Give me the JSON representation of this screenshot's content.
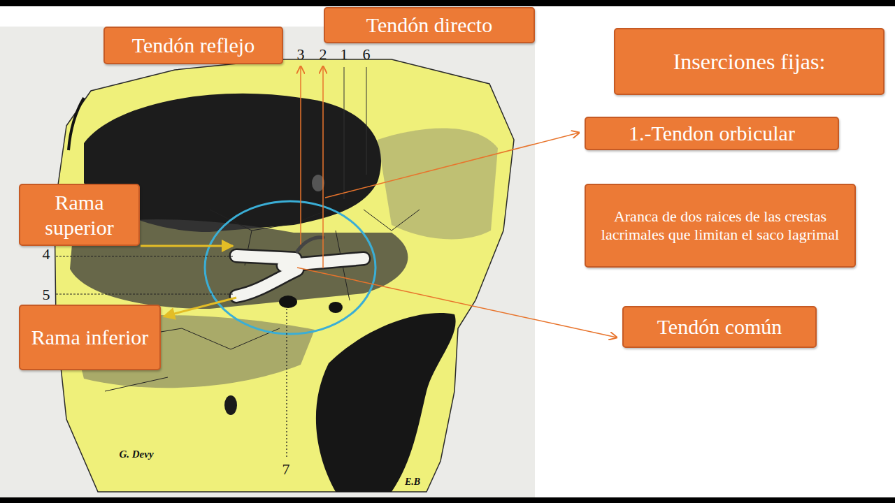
{
  "diagram": {
    "nodes": [
      {
        "text": [
          "Tendón reflejo"
        ]
      },
      {
        "text": [
          "Tendón directo"
        ]
      },
      {
        "text": [
          "Inserciones fijas:"
        ]
      },
      {
        "text": [
          "1.-Tendon orbicular"
        ]
      },
      {
        "text": [
          "Rama superior"
        ]
      },
      {
        "text": [
          "Aranca de dos raices de las crestas lacrimales que limitan el saco lagrimal"
        ]
      },
      {
        "text": [
          "Rama inferior"
        ]
      },
      {
        "text": [
          "Tendón común"
        ]
      }
    ],
    "labels": [
      "3",
      "2",
      "1",
      "6",
      "4",
      "5",
      "7",
      "G. Devy",
      "E.B"
    ]
  }
}
